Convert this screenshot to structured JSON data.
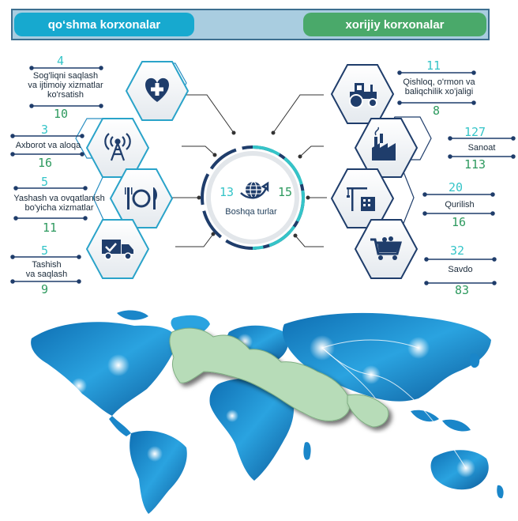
{
  "header": {
    "joint_label": "qo‘shma korxonalar",
    "foreign_label": "xorijiy korxonalar"
  },
  "center": {
    "label": "Boshqa turlar",
    "joint": "13",
    "foreign": "15"
  },
  "left_sectors": [
    {
      "label_lines": [
        "Sog'liqni saqlash",
        "va ijtimoiy xizmatlar",
        "ko'rsatish"
      ],
      "joint": "4",
      "foreign": "10",
      "icon": "heart-plus-icon"
    },
    {
      "label_lines": [
        "Axborot va aloqa"
      ],
      "joint": "3",
      "foreign": "16",
      "icon": "antenna-tower-icon"
    },
    {
      "label_lines": [
        "Yashash va ovqatlanish",
        "bo'yicha xizmatlar"
      ],
      "joint": "5",
      "foreign": "11",
      "icon": "plate-fork-knife-icon"
    },
    {
      "label_lines": [
        "Tashish",
        "va saqlash"
      ],
      "joint": "5",
      "foreign": "9",
      "icon": "delivery-truck-icon"
    }
  ],
  "right_sectors": [
    {
      "label_lines": [
        "Qishloq, o'rmon va",
        "baliqchilik xo'jaligi"
      ],
      "joint": "11",
      "foreign": "8",
      "icon": "tractor-icon"
    },
    {
      "label_lines": [
        "Sanoat"
      ],
      "joint": "127",
      "foreign": "113",
      "icon": "factory-icon"
    },
    {
      "label_lines": [
        "Qurilish"
      ],
      "joint": "20",
      "foreign": "16",
      "icon": "crane-building-icon"
    },
    {
      "label_lines": [
        "Savdo"
      ],
      "joint": "32",
      "foreign": "83",
      "icon": "shopping-cart-icon"
    }
  ],
  "colors": {
    "joint": "#17a9cf",
    "foreign": "#4aa96a",
    "dark_blue": "#1f3d6b",
    "map_blue": "#1e8fd1",
    "uzbekistan_green": "#b7dcb8"
  }
}
